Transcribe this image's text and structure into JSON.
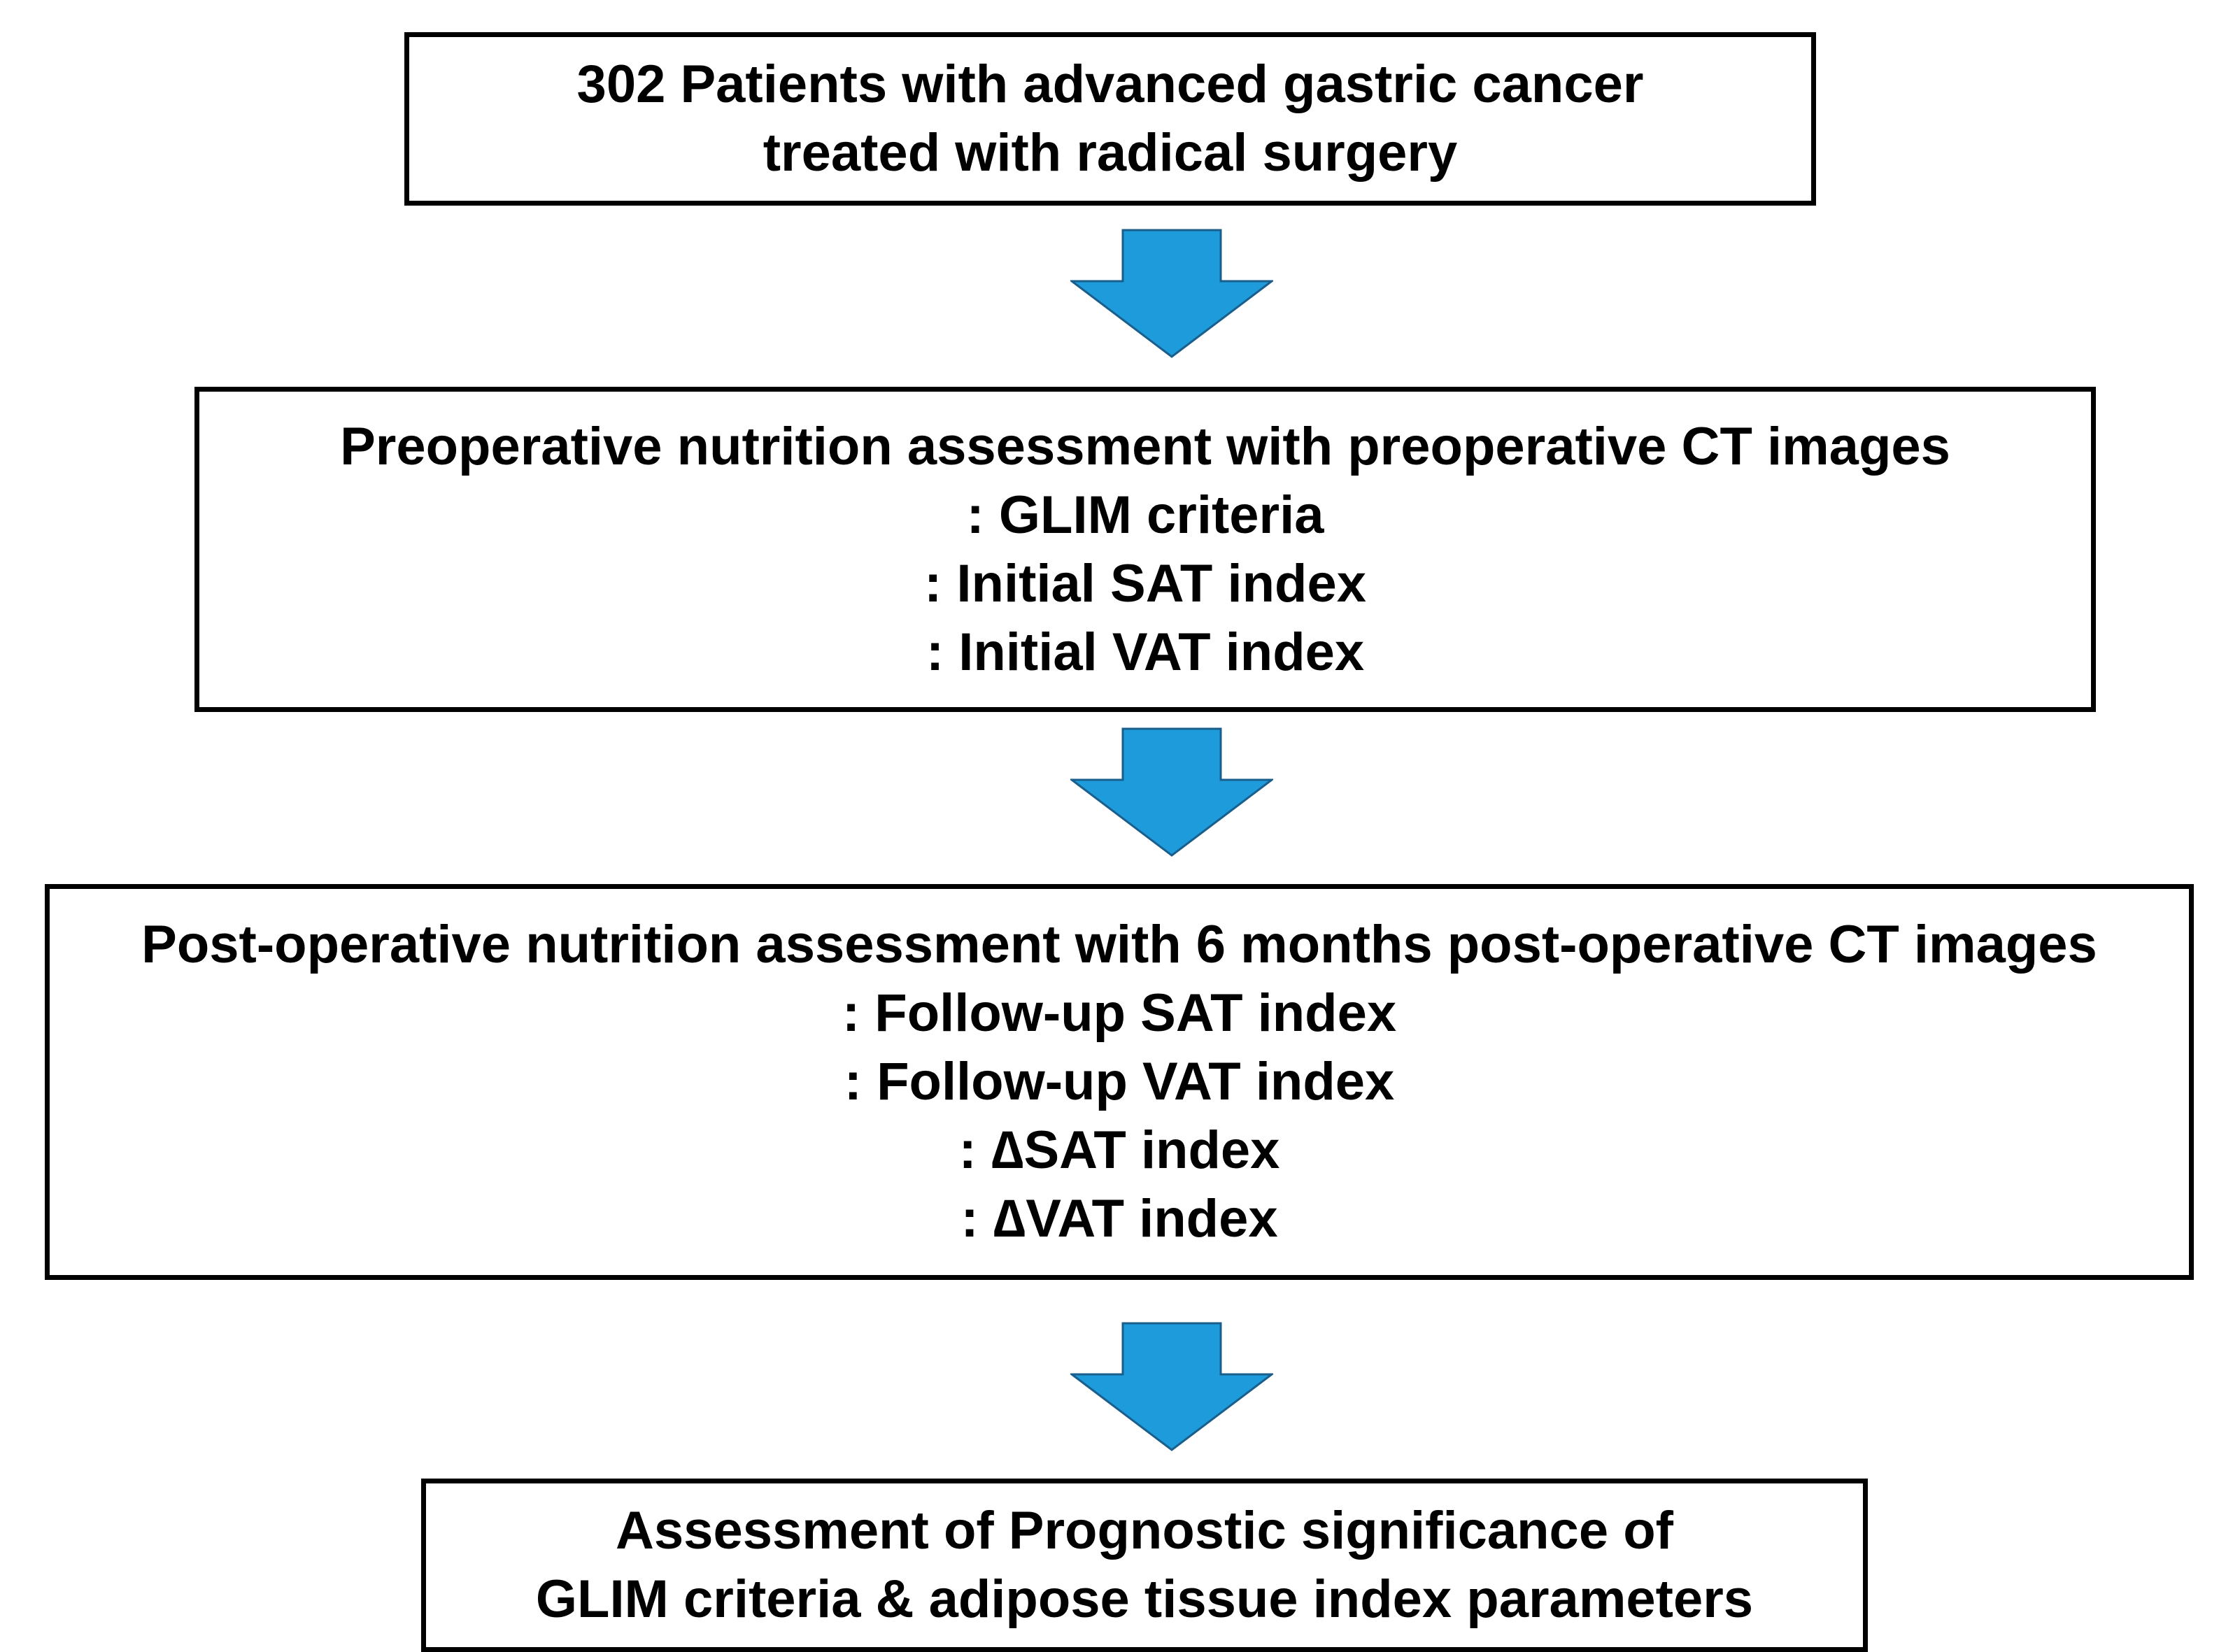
{
  "colors": {
    "arrow_fill": "#1e9bdb",
    "arrow_stroke": "#1a5f8c",
    "box_border": "#000000",
    "text": "#000000"
  },
  "flow": {
    "step1": {
      "lines": [
        "302 Patients with advanced gastric cancer",
        "treated with radical surgery"
      ]
    },
    "step2": {
      "lines": [
        "Preoperative nutrition assessment with preoperative CT images",
        ": GLIM criteria",
        ": Initial SAT index",
        ": Initial VAT index"
      ]
    },
    "step3": {
      "lines": [
        "Post-operative nutrition assessment with 6 months post-operative CT images",
        ": Follow-up SAT index",
        ": Follow-up VAT index",
        ": ∆SAT index",
        ": ∆VAT index"
      ]
    },
    "step4": {
      "lines": [
        "Assessment of Prognostic significance of",
        "GLIM criteria & adipose tissue index parameters"
      ]
    }
  },
  "arrows": [
    {
      "icon": "down-arrow-icon"
    },
    {
      "icon": "down-arrow-icon"
    },
    {
      "icon": "down-arrow-icon"
    }
  ]
}
